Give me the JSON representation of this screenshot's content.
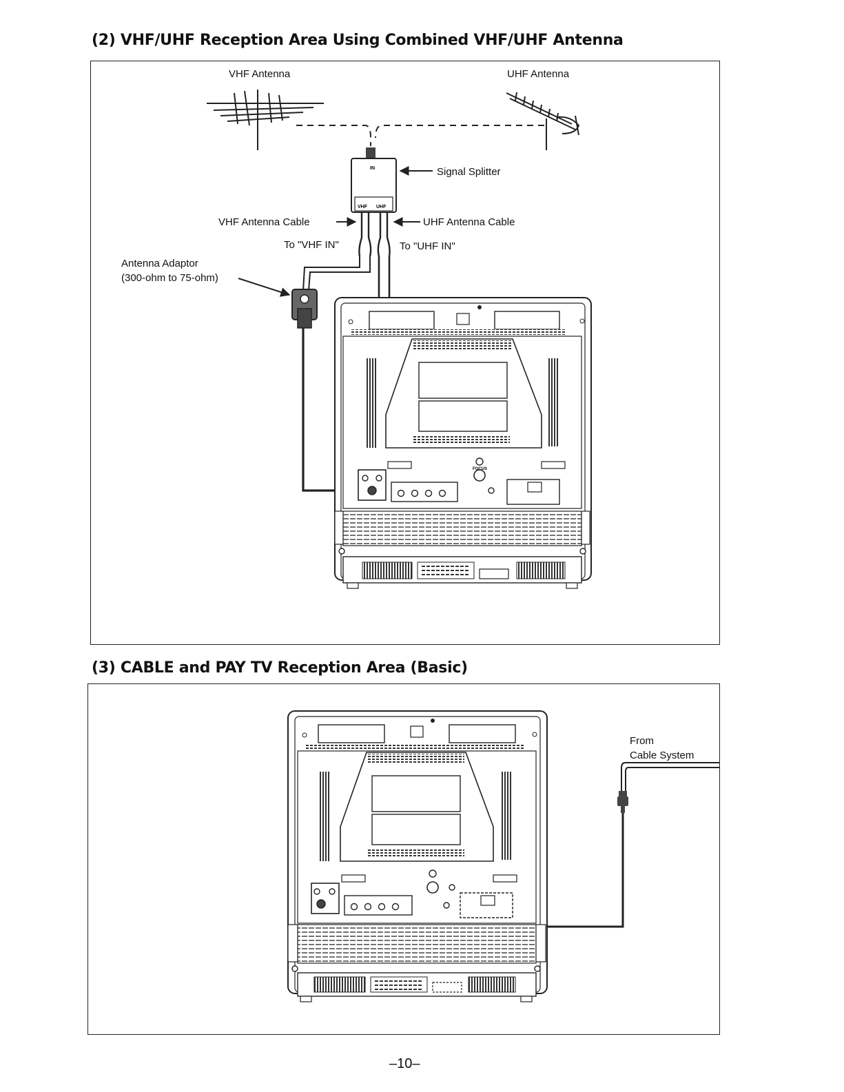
{
  "section2": {
    "title": "(2) VHF/UHF Reception Area Using Combined VHF/UHF Antenna",
    "labels": {
      "vhf_antenna": "VHF Antenna",
      "uhf_antenna": "UHF Antenna",
      "signal_splitter": "Signal Splitter",
      "vhf_cable": "VHF Antenna Cable",
      "uhf_cable": "UHF Antenna Cable",
      "to_vhf_in": "To \"VHF IN\"",
      "to_uhf_in": "To \"UHF IN\"",
      "adaptor_line1": "Antenna Adaptor",
      "adaptor_line2": "(300-ohm to 75-ohm)"
    },
    "splitter_marks": {
      "in": "IN",
      "vhf": "VHF",
      "uhf": "UHF"
    }
  },
  "section3": {
    "title": "(3) CABLE and PAY TV Reception Area (Basic)",
    "labels": {
      "from_line1": "From",
      "from_line2": "Cable System"
    }
  },
  "tv_marks": {
    "focus": "FOCUS"
  },
  "page_number": "–10–"
}
